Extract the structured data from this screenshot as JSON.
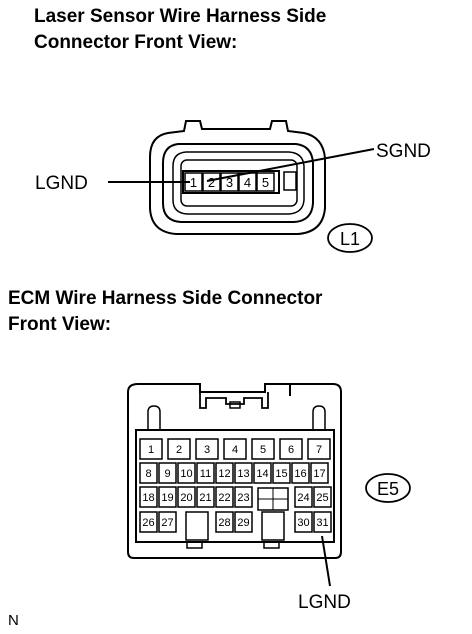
{
  "section1": {
    "title_line1": "Laser Sensor Wire Harness Side",
    "title_line2": "Connector Front View:",
    "pins": [
      "1",
      "2",
      "3",
      "4",
      "5"
    ],
    "label_left": "LGND",
    "label_right": "SGND",
    "connector_id": "L1"
  },
  "section2": {
    "title_line1": "ECM Wire Harness Side Connector",
    "title_line2": "Front View:",
    "rows": [
      [
        "1",
        "2",
        "3",
        "4",
        "5",
        "6",
        "7"
      ],
      [
        "8",
        "9",
        "10",
        "11",
        "12",
        "13",
        "14",
        "15",
        "16",
        "17"
      ],
      [
        "18",
        "19",
        "20",
        "21",
        "22",
        "23",
        "24",
        "25"
      ],
      [
        "26",
        "27",
        "28",
        "29",
        "30",
        "31"
      ]
    ],
    "label_bottom": "LGND",
    "connector_id": "E5"
  },
  "footer_code": "N"
}
